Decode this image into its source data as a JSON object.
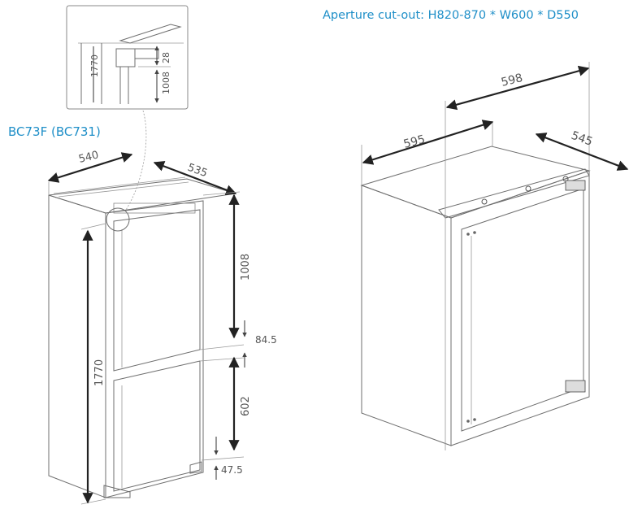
{
  "labels": {
    "model": "BC73F (BC731)",
    "aperture": "Aperture cut-out: H820-870 * W600 * D550"
  },
  "left_unit": {
    "detail": {
      "height": "1770",
      "lower": "1008",
      "gap": "28"
    },
    "dims": {
      "width": "540",
      "depth": "535",
      "height_total": "1770",
      "upper_door": "1008",
      "gap": "84.5",
      "lower_door": "602",
      "plinth": "47.5"
    }
  },
  "right_unit": {
    "dims": {
      "width": "595",
      "outer_width": "598",
      "depth": "545"
    }
  },
  "colors": {
    "label": "#1f8fc8",
    "line": "#6f6f6f"
  }
}
